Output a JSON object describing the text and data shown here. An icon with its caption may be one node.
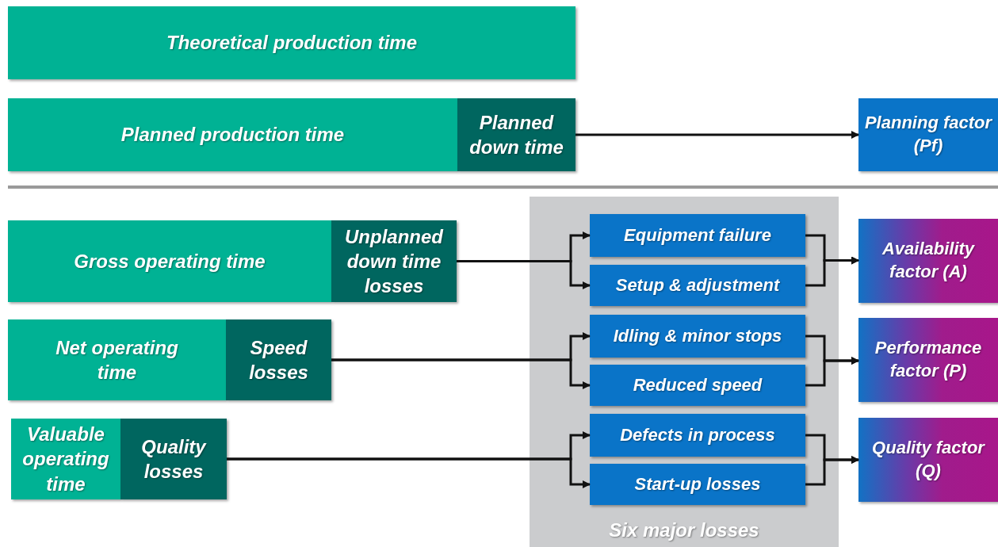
{
  "diagram": {
    "nodes": [
      {
        "text": [
          "Theoretical production time"
        ]
      },
      {
        "text": [
          "Planned production time"
        ]
      },
      {
        "text": [
          "Planned down time"
        ]
      },
      {
        "text": [
          "Planning factor (Pf)"
        ]
      },
      {
        "text": [
          "Gross operating time"
        ]
      },
      {
        "text": [
          "Unplanned down time losses"
        ]
      },
      {
        "text": [
          "Six major losses"
        ]
      },
      {
        "text": [
          "Equipment failure"
        ],
        "in": 6
      },
      {
        "text": [
          "Setup & adjustment"
        ],
        "in": 6
      },
      {
        "text": [
          "Availability factor (A)"
        ]
      },
      {
        "text": [
          "Net operating time"
        ]
      },
      {
        "text": [
          "Speed losses"
        ]
      },
      {
        "text": [
          "Idling & minor stops"
        ],
        "in": 6
      },
      {
        "text": [
          "Reduced speed"
        ],
        "in": 6
      },
      {
        "text": [
          "Performance factor (P)"
        ]
      },
      {
        "text": [
          "Valuable operating time"
        ]
      },
      {
        "text": [
          "Quality losses"
        ]
      },
      {
        "text": [
          "Defects in process"
        ],
        "in": 6
      },
      {
        "text": [
          "Start-up losses"
        ],
        "in": 6
      },
      {
        "text": [
          "Quality factor (Q)"
        ]
      }
    ],
    "edges": [
      {
        "from": 2,
        "to": 3,
        "arrow": "to"
      },
      {
        "from": 5,
        "to": 7,
        "arrow": "to"
      },
      {
        "from": 5,
        "to": 8,
        "arrow": "to"
      },
      {
        "from": 7,
        "to": 9,
        "arrow": "to"
      },
      {
        "from": 8,
        "to": 9,
        "arrow": "to"
      },
      {
        "from": 11,
        "to": 12,
        "arrow": "to"
      },
      {
        "from": 11,
        "to": 13,
        "arrow": "to"
      },
      {
        "from": 12,
        "to": 14,
        "arrow": "to"
      },
      {
        "from": 13,
        "to": 14,
        "arrow": "to"
      },
      {
        "from": 16,
        "to": 17,
        "arrow": "to"
      },
      {
        "from": 16,
        "to": 18,
        "arrow": "to"
      },
      {
        "from": 17,
        "to": 19,
        "arrow": "to"
      },
      {
        "from": 18,
        "to": 19,
        "arrow": "to"
      }
    ]
  }
}
